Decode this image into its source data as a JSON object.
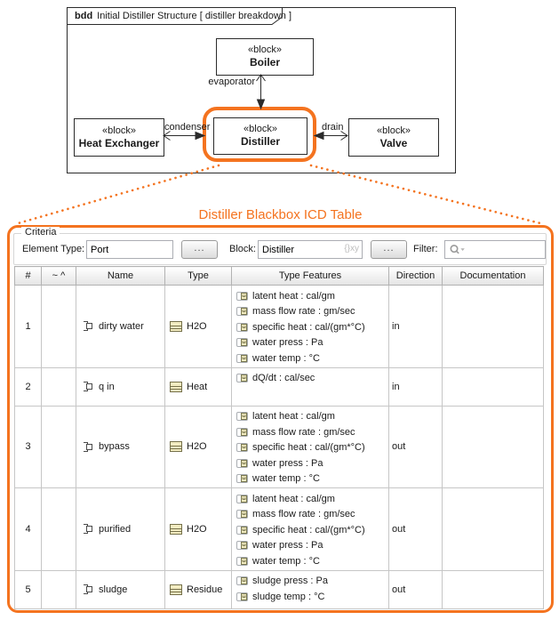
{
  "colors": {
    "accent_orange": "#F4731F",
    "block_icon_fill": "#F3ECC1"
  },
  "diagram": {
    "frame": {
      "kind": "bdd",
      "title": "Initial Distiller Structure [ distiller breakdown ]"
    },
    "blocks": {
      "boiler": {
        "stereotype": "«block»",
        "name": "Boiler"
      },
      "heat_exchanger": {
        "stereotype": "«block»",
        "name": "Heat Exchanger"
      },
      "distiller": {
        "stereotype": "«block»",
        "name": "Distiller"
      },
      "valve": {
        "stereotype": "«block»",
        "name": "Valve"
      }
    },
    "connector_labels": {
      "evaporator": "evaporator",
      "condenser": "condenser",
      "drain": "drain"
    }
  },
  "callout_title": "Distiller Blackbox ICD Table",
  "criteria": {
    "group_label": "Criteria",
    "element_type_label": "Element Type:",
    "element_type_value": "Port",
    "element_type_browse": "...",
    "block_label": "Block:",
    "block_value": "Distiller",
    "block_badge": "{}xy",
    "block_browse": "...",
    "filter_label": "Filter:",
    "filter_value": ""
  },
  "table": {
    "columns": [
      "#",
      "~ ^",
      "Name",
      "Type",
      "Type Features",
      "Direction",
      "Documentation"
    ],
    "rows": [
      {
        "num": "1",
        "name": "dirty water",
        "type": "H2O",
        "features": [
          "latent heat : cal/gm",
          "mass flow rate : gm/sec",
          "specific heat : cal/(gm*°C)",
          "water press : Pa",
          "water temp : °C"
        ],
        "direction": "in",
        "documentation": ""
      },
      {
        "num": "2",
        "name": "q in",
        "type": "Heat",
        "features": [
          "dQ/dt : cal/sec"
        ],
        "direction": "in",
        "documentation": ""
      },
      {
        "num": "3",
        "name": "bypass",
        "type": "H2O",
        "features": [
          "latent heat : cal/gm",
          "mass flow rate : gm/sec",
          "specific heat : cal/(gm*°C)",
          "water press : Pa",
          "water temp : °C"
        ],
        "direction": "out",
        "documentation": ""
      },
      {
        "num": "4",
        "name": "purified",
        "type": "H2O",
        "features": [
          "latent heat : cal/gm",
          "mass flow rate : gm/sec",
          "specific heat : cal/(gm*°C)",
          "water press : Pa",
          "water temp : °C"
        ],
        "direction": "out",
        "documentation": ""
      },
      {
        "num": "5",
        "name": "sludge",
        "type": "Residue",
        "features": [
          "sludge press : Pa",
          "sludge temp : °C"
        ],
        "direction": "out",
        "documentation": ""
      }
    ]
  }
}
